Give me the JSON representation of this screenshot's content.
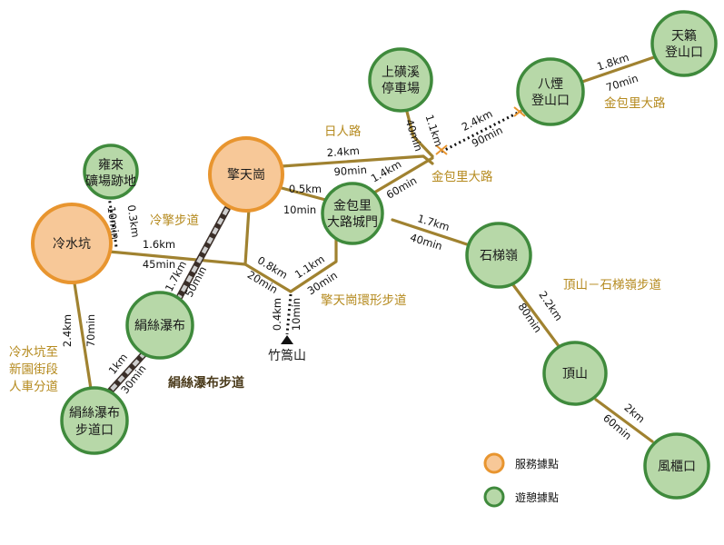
{
  "colors": {
    "road": "#a08230",
    "service_fill": "#f7c898",
    "service_stroke": "#e8952f",
    "rest_fill": "#b7d8a8",
    "rest_stroke": "#3f8a3c",
    "trail_name": "#b58a1e"
  },
  "nodes": {
    "lengshuikeng": "冷水坑",
    "qingtiangang": "擎天崗",
    "yonglai_l1": "雍來",
    "yonglai_l2": "礦場跡地",
    "juansi_falls": "絹絲瀑布",
    "juansi_trailhead_l1": "絹絲瀑布",
    "juansi_trailhead_l2": "步道口",
    "jinbaoli_gate_l1": "金包里",
    "jinbaoli_gate_l2": "大路城門",
    "shangqingxi_l1": "上磺溪",
    "shangqingxi_l2": "停車場",
    "bayan_l1": "八煙",
    "bayan_l2": "登山口",
    "tianlai_l1": "天籟",
    "tianlai_l2": "登山口",
    "shitiling": "石梯嶺",
    "dingshan": "頂山",
    "fengguikou": "風櫃口",
    "zhuhuangshan": "竹篙山"
  },
  "edges": {
    "yonglai_len": "0.3km",
    "yonglai_time": "10min",
    "lsk_jct_len": "1.6km",
    "lsk_jct_time": "45min",
    "qtg_juansi_len": "1.7km",
    "qtg_juansi_time": "50min",
    "jct_zhu_len": "0.8km",
    "jct_zhu_time": "20min",
    "zhu_gate_len": "1.1km",
    "zhu_gate_time": "30min",
    "zhuhuang_len": "0.4km",
    "zhuhuang_time": "10min",
    "qtg_gate_len": "0.5km",
    "qtg_gate_time": "10min",
    "riren_len": "2.4km",
    "riren_time": "90min",
    "gate_cross_len": "1.4km",
    "gate_cross_time": "60min",
    "sqx_len": "1.1km",
    "sqx_time": "40min",
    "bayan_len": "2.4km",
    "bayan_time": "90min",
    "tianlai_len": "1.8km",
    "tianlai_time": "70min",
    "shitiling_len": "1.7km",
    "shitiling_time": "40min",
    "dingshan_len": "2.2km",
    "dingshan_time": "80min",
    "feng_len": "2km",
    "feng_time": "60min",
    "lsk_trailhead_len": "2.4km",
    "lsk_trailhead_time": "70min",
    "juansi_th_len": "1km",
    "juansi_th_time": "30min"
  },
  "trails": {
    "lengqing": "冷擎步道",
    "riren": "日人路",
    "jinbaoli_1": "金包里大路",
    "jinbaoli_2": "金包里大路",
    "qingtian_ring": "擎天崗環形步道",
    "dingshan_shiti": "頂山－石梯嶺步道",
    "juansi_trail": "絹絲瀑布步道",
    "lsk_side_l1": "冷水坑至",
    "lsk_side_l2": "新園街段",
    "lsk_side_l3": "人車分道"
  },
  "legend": {
    "service": "服務據點",
    "rest": "遊憩據點"
  }
}
